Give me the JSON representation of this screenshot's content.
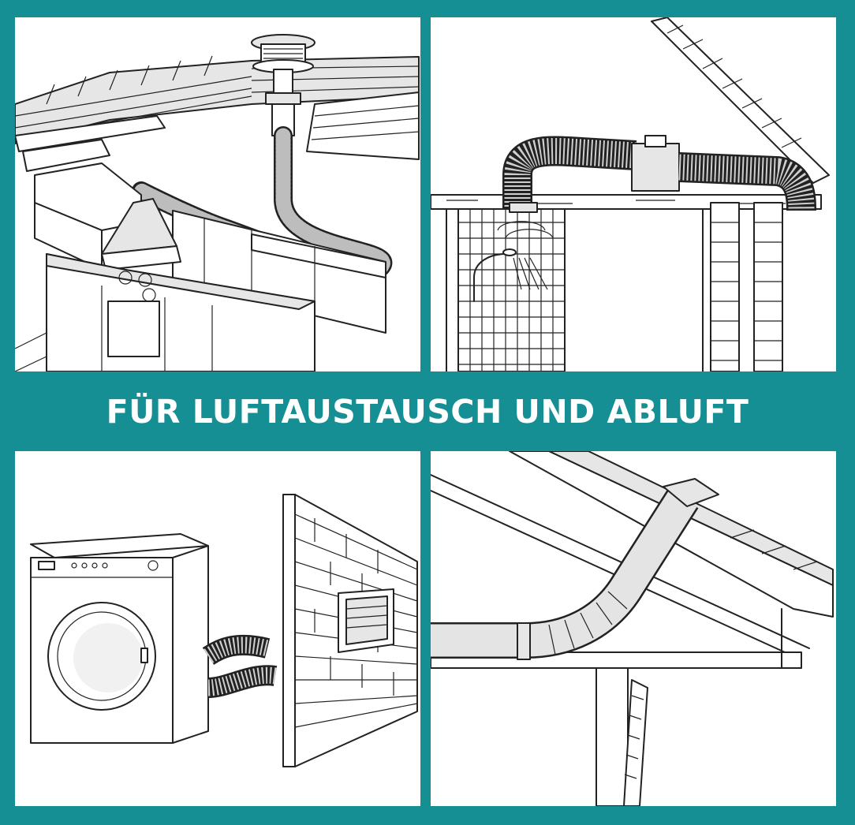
{
  "banner": {
    "text": "FÜR LUFTAUSTAUSCH UND ABLUFT"
  },
  "colors": {
    "frame": "#168f94",
    "banner_text": "#ffffff",
    "panel": "#ffffff",
    "line": "#222222"
  },
  "panels": [
    {
      "name": "kitchen-roof-vent-illustration"
    },
    {
      "name": "bathroom-attic-fan-illustration"
    },
    {
      "name": "dryer-wall-vent-illustration"
    },
    {
      "name": "attic-roof-duct-illustration"
    }
  ]
}
